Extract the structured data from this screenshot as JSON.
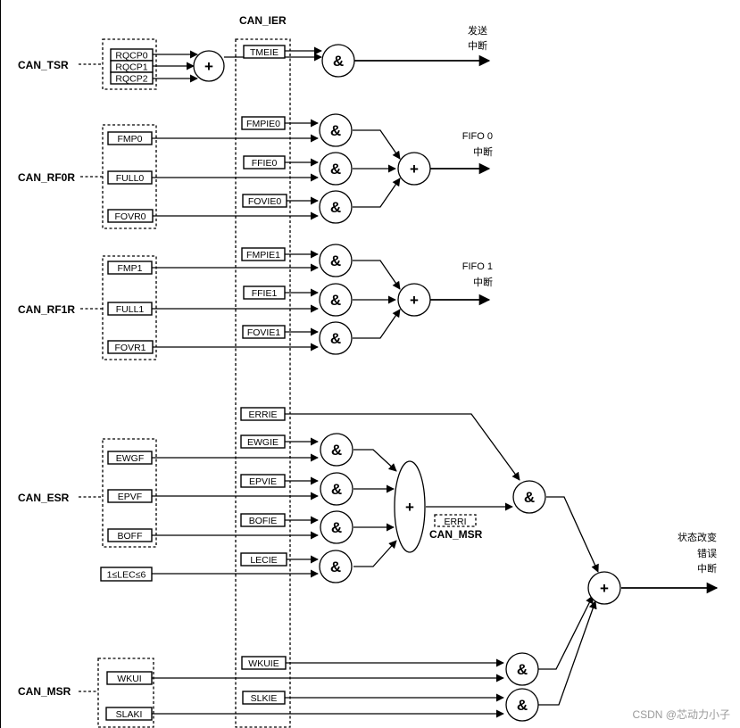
{
  "header": {
    "ier_label": "CAN_IER"
  },
  "registers": {
    "tsr": "CAN_TSR",
    "rf0r": "CAN_RF0R",
    "rf1r": "CAN_RF1R",
    "esr": "CAN_ESR",
    "msr": "CAN_MSR",
    "msr_inner": "CAN_MSR"
  },
  "status_flags": {
    "rqcp0": "RQCP0",
    "rqcp1": "RQCP1",
    "rqcp2": "RQCP2",
    "fmp0": "FMP0",
    "full0": "FULL0",
    "fovr0": "FOVR0",
    "fmp1": "FMP1",
    "full1": "FULL1",
    "fovr1": "FOVR1",
    "ewgf": "EWGF",
    "epvf": "EPVF",
    "boff": "BOFF",
    "lec": "1≤LEC≤6",
    "erri": "ERRI",
    "wkui": "WKUI",
    "slaki": "SLAKI"
  },
  "enable_flags": {
    "tmeie": "TMEIE",
    "fmpie0": "FMPIE0",
    "ffie0": "FFIE0",
    "fovie0": "FOVIE0",
    "fmpie1": "FMPIE1",
    "ffie1": "FFIE1",
    "fovie1": "FOVIE1",
    "errie": "ERRIE",
    "ewgie": "EWGIE",
    "epvie": "EPVIE",
    "bofie": "BOFIE",
    "lecie": "LECIE",
    "wkuie": "WKUIE",
    "slkie": "SLKIE"
  },
  "outputs": {
    "tx_line1": "发送",
    "tx_line2": "中断",
    "fifo0_line1": "FIFO 0",
    "fifo0_line2": "中断",
    "fifo1_line1": "FIFO 1",
    "fifo1_line2": "中断",
    "sce_line1": "状态改变",
    "sce_line2": "错误",
    "sce_line3": "中断"
  },
  "symbols": {
    "and": "&",
    "or": "+"
  },
  "watermark": "CSDN @芯动力小子"
}
